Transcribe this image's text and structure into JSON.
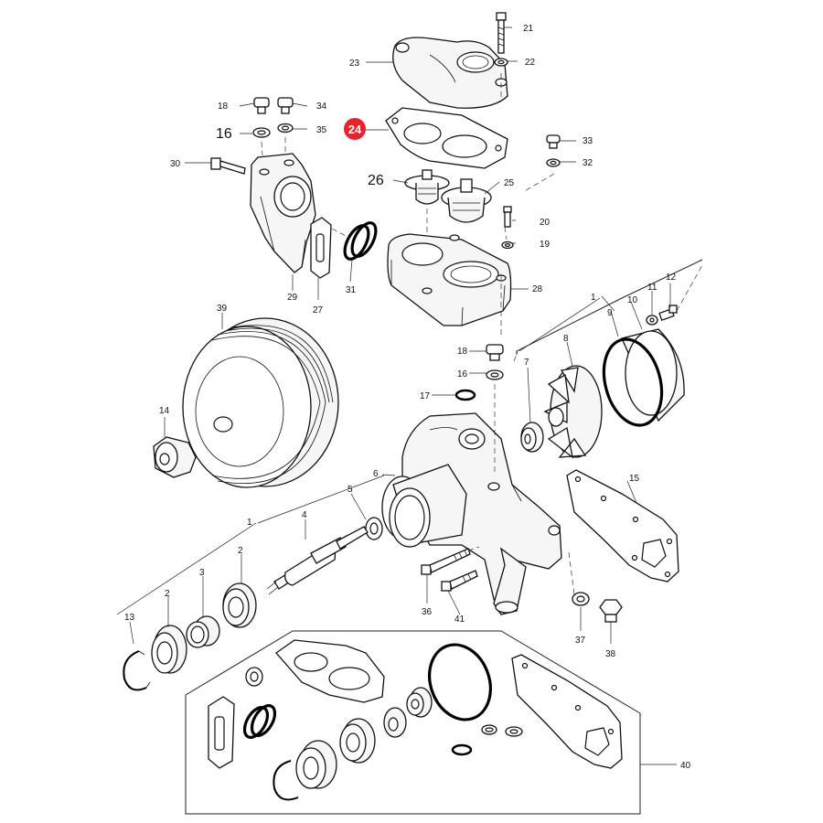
{
  "highlight_color": "#e8232d",
  "labels": {
    "l1a": "1",
    "l1b": "1",
    "l2a": "2",
    "l2b": "2",
    "l3": "3",
    "l4": "4",
    "l5": "5",
    "l6": "6",
    "l7": "7",
    "l8": "8",
    "l9": "9",
    "l10": "10",
    "l11": "11",
    "l12": "12",
    "l13": "13",
    "l14": "14",
    "l15": "15",
    "l16a": "16",
    "l16b": "16",
    "l17": "17",
    "l18a": "18",
    "l18b": "18",
    "l19": "19",
    "l20": "20",
    "l21": "21",
    "l22": "22",
    "l23": "23",
    "l24": "24",
    "l25": "25",
    "l26": "26",
    "l27": "27",
    "l28": "28",
    "l29": "29",
    "l30": "30",
    "l31": "31",
    "l32": "32",
    "l33": "33",
    "l34": "34",
    "l35": "35",
    "l36": "36",
    "l37": "37",
    "l38": "38",
    "l39": "39",
    "l40": "40",
    "l41": "41"
  }
}
